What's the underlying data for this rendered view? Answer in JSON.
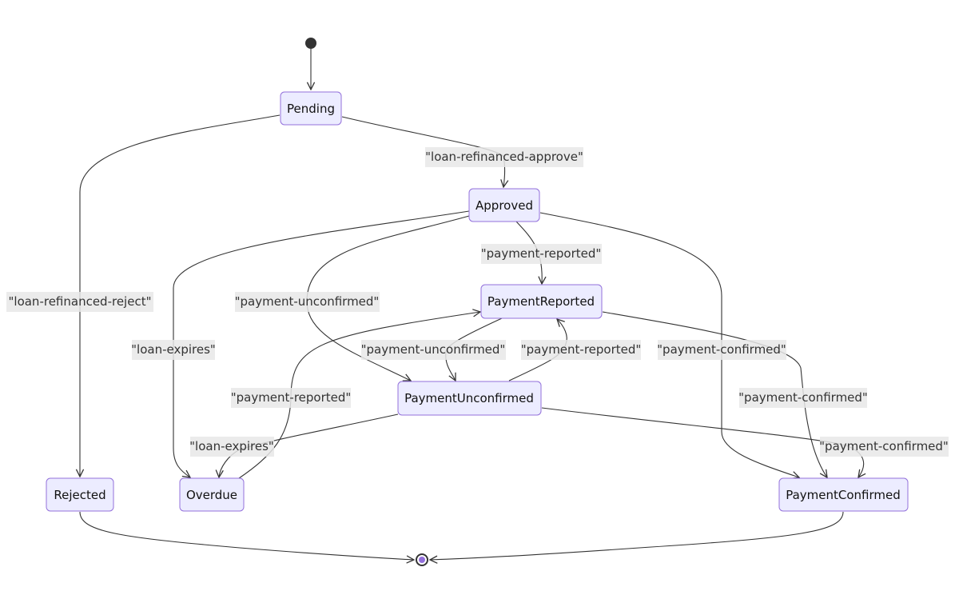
{
  "diagram": {
    "type": "state-diagram",
    "colors": {
      "node_fill": "#ECECFF",
      "node_stroke": "#9370DB",
      "edge": "#333333",
      "label_bg": "#e8e8e8",
      "start": "#333333",
      "end_inner": "#9370DB"
    },
    "states": [
      {
        "id": "Pending",
        "label": "Pending"
      },
      {
        "id": "Approved",
        "label": "Approved"
      },
      {
        "id": "PaymentReported",
        "label": "PaymentReported"
      },
      {
        "id": "PaymentUnconfirmed",
        "label": "PaymentUnconfirmed"
      },
      {
        "id": "Rejected",
        "label": "Rejected"
      },
      {
        "id": "Overdue",
        "label": "Overdue"
      },
      {
        "id": "PaymentConfirmed",
        "label": "PaymentConfirmed"
      }
    ],
    "transitions": [
      {
        "from": "[*]",
        "to": "Pending",
        "label": ""
      },
      {
        "from": "Pending",
        "to": "Approved",
        "label": "\"loan-refinanced-approve\""
      },
      {
        "from": "Pending",
        "to": "Rejected",
        "label": "\"loan-refinanced-reject\""
      },
      {
        "from": "Approved",
        "to": "PaymentReported",
        "label": "\"payment-reported\""
      },
      {
        "from": "Approved",
        "to": "PaymentUnconfirmed",
        "label": "\"payment-unconfirmed\""
      },
      {
        "from": "Approved",
        "to": "Overdue",
        "label": "\"loan-expires\""
      },
      {
        "from": "Approved",
        "to": "PaymentConfirmed",
        "label": "\"payment-confirmed\""
      },
      {
        "from": "PaymentReported",
        "to": "PaymentUnconfirmed",
        "label": "\"payment-unconfirmed\""
      },
      {
        "from": "PaymentUnconfirmed",
        "to": "PaymentReported",
        "label": "\"payment-reported\""
      },
      {
        "from": "PaymentReported",
        "to": "PaymentConfirmed",
        "label": "\"payment-confirmed\""
      },
      {
        "from": "Overdue",
        "to": "PaymentReported",
        "label": "\"payment-reported\""
      },
      {
        "from": "PaymentUnconfirmed",
        "to": "Overdue",
        "label": "\"loan-expires\""
      },
      {
        "from": "PaymentUnconfirmed",
        "to": "PaymentConfirmed",
        "label": "\"payment-confirmed\""
      },
      {
        "from": "Rejected",
        "to": "[*]",
        "label": ""
      },
      {
        "from": "PaymentConfirmed",
        "to": "[*]",
        "label": ""
      }
    ]
  }
}
